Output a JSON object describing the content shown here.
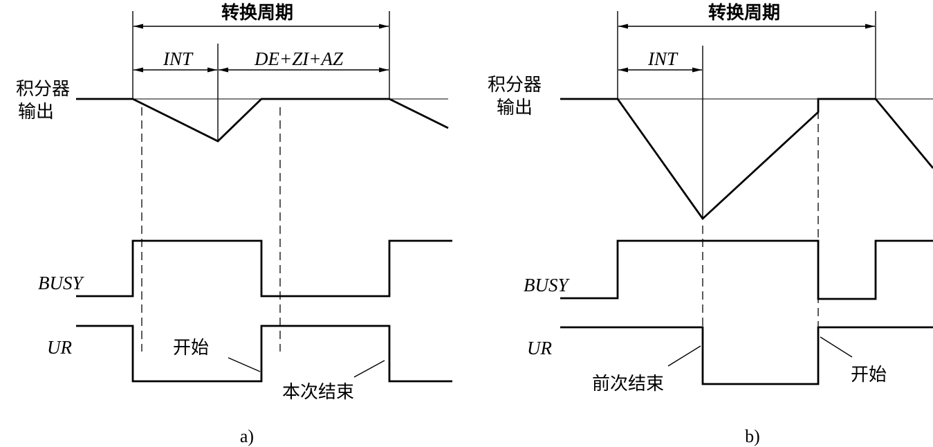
{
  "panel_a": {
    "period_label": "转换周期",
    "int_label": "INT",
    "de_label": "DE+ZI+AZ",
    "integrator_label_1": "积分器",
    "integrator_label_2": "输出",
    "busy_label": "BUSY",
    "ur_label": "UR",
    "start_label": "开始",
    "end_label": "本次结束",
    "caption": "a)"
  },
  "panel_b": {
    "period_label": "转换周期",
    "int_label": "INT",
    "integrator_label_1": "积分器",
    "integrator_label_2": "输出",
    "busy_label": "BUSY",
    "ur_label": "UR",
    "prev_end_label": "前次结束",
    "start_label": "开始",
    "caption": "b)"
  }
}
